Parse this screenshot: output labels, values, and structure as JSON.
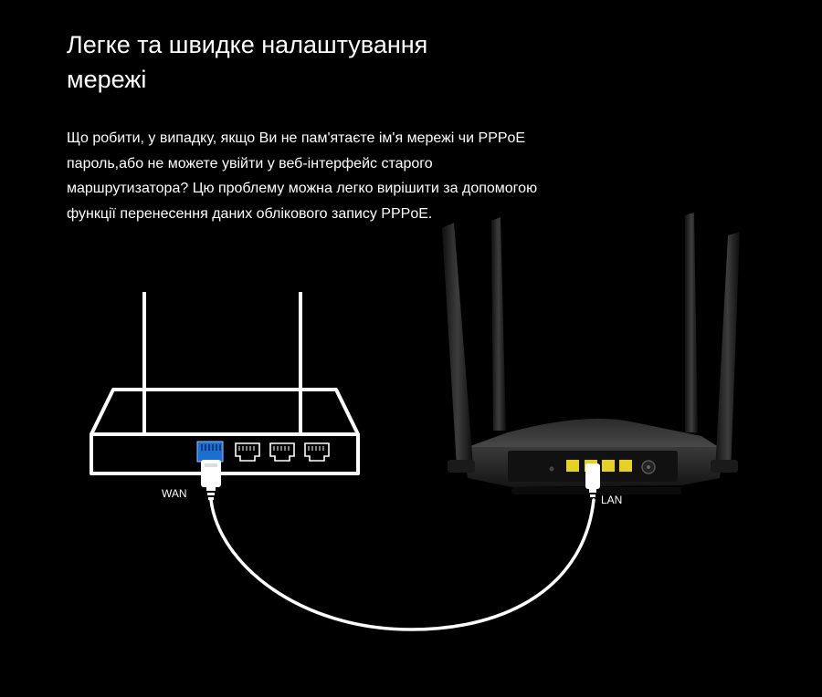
{
  "hero": {
    "title_line1": "Легке та швидке налаштування",
    "title_line2": "мережі",
    "description": "Що робити, у випадку, якщо Ви не пам'ятаєте ім'я мережі чи PPPoE пароль,або не можете увійти у веб-інтерфейс старого маршрутизатора? Цю проблему можна легко вирішити за допомогою функції перенесення даних облікового запису PPPoE."
  },
  "illustration": {
    "wan_label": "WAN",
    "lan_label": "LAN",
    "colors": {
      "background": "#000000",
      "outline": "#ffffff",
      "wan_port": "#1a6fd0",
      "lan_port": "#e5d21f",
      "router_body": "#1c1c1c"
    },
    "icons": [
      "old-router-outline",
      "new-router-photo",
      "ethernet-cable"
    ]
  }
}
